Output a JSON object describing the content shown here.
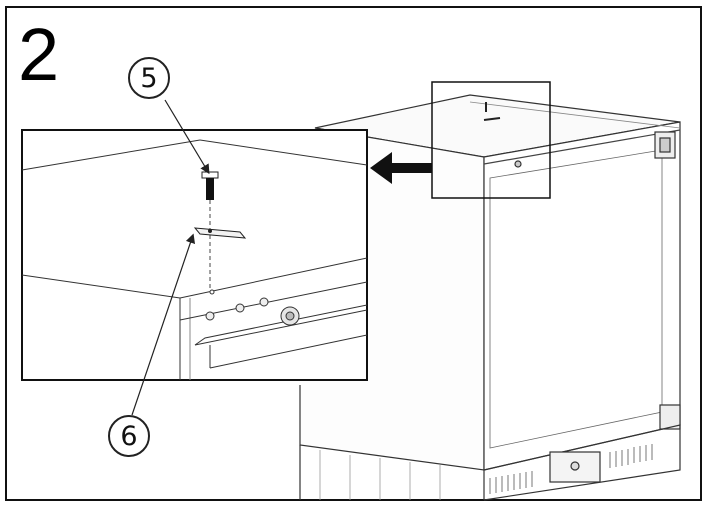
{
  "figure": {
    "step_number": "2",
    "callouts": [
      {
        "id": "callout-5",
        "label": "5"
      },
      {
        "id": "callout-6",
        "label": "6"
      }
    ]
  }
}
